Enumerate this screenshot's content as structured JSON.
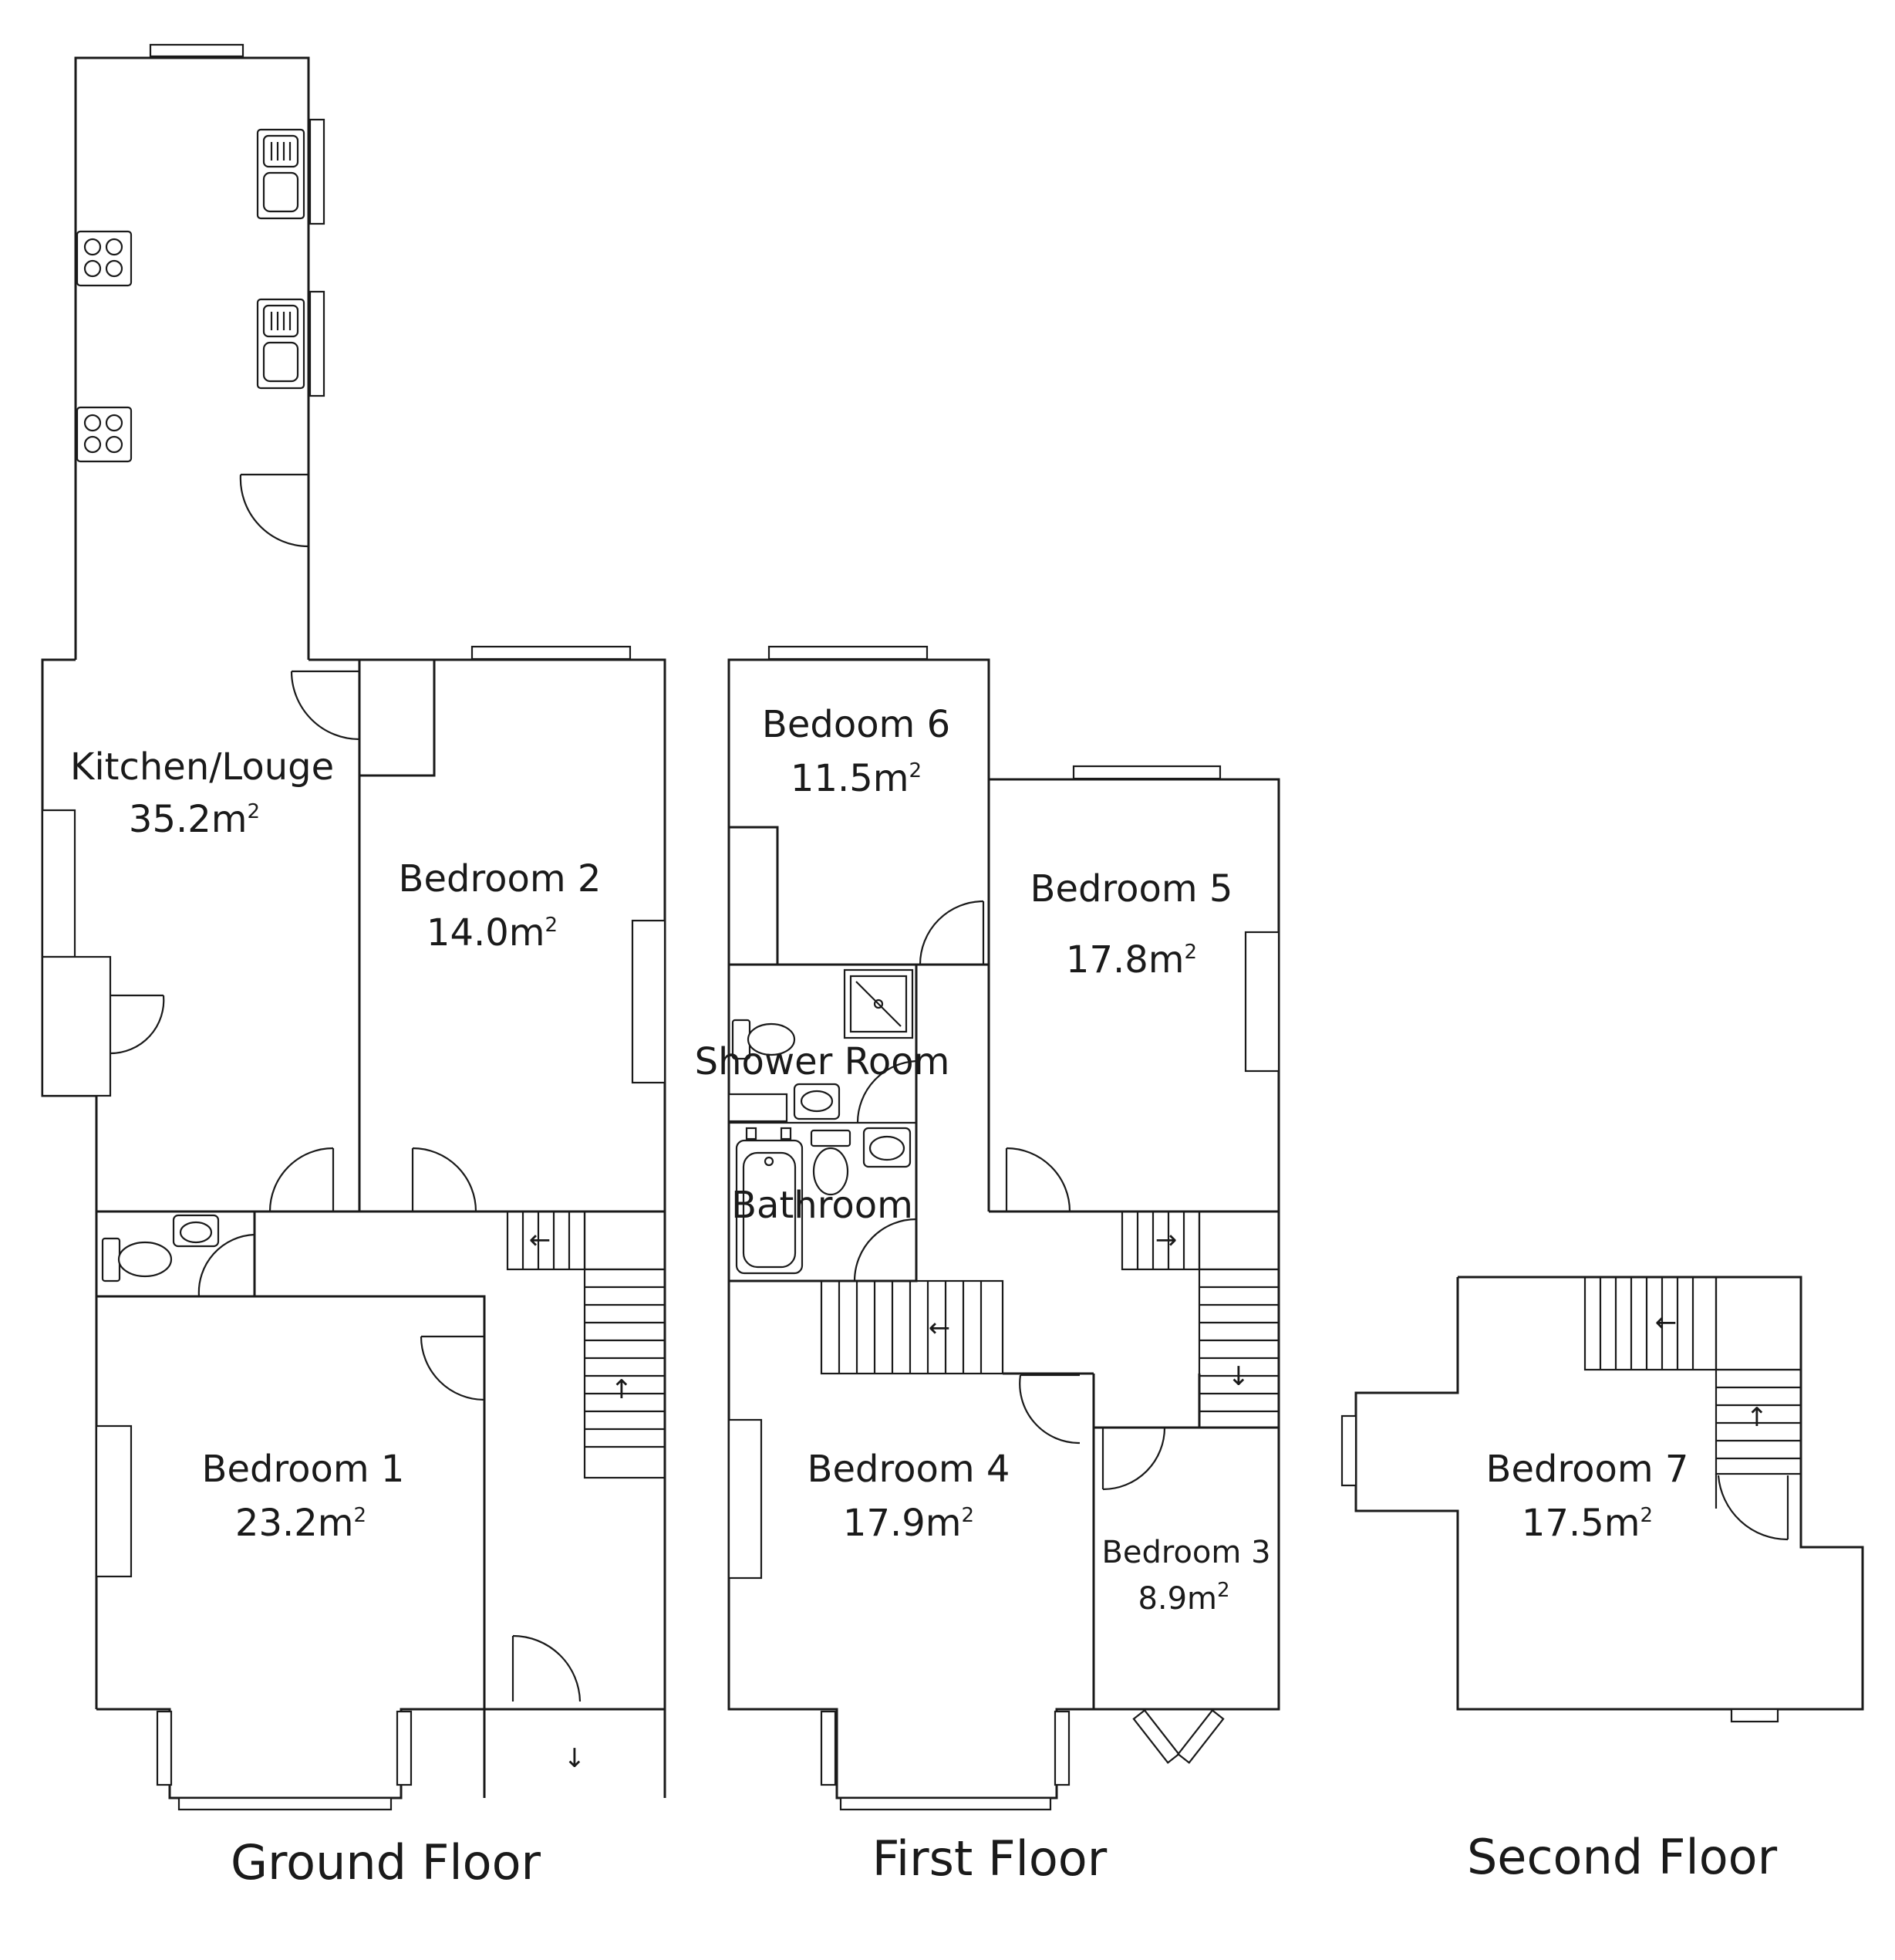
{
  "floors": [
    {
      "label": "Ground Floor"
    },
    {
      "label": "First Floor"
    },
    {
      "label": "Second Floor"
    }
  ],
  "rooms": [
    {
      "name": "Kitchen/Louge",
      "area": "35.2m",
      "unit_sup": "2"
    },
    {
      "name": "Bedroom 2",
      "area": "14.0m",
      "unit_sup": "2"
    },
    {
      "name": "Bedroom 1",
      "area": "23.2m",
      "unit_sup": "2"
    },
    {
      "name": "Bedoom 6",
      "area": "11.5m",
      "unit_sup": "2"
    },
    {
      "name": "Bedroom 5",
      "area": "17.8m",
      "unit_sup": "2"
    },
    {
      "name": "Shower Room"
    },
    {
      "name": "Bathroom"
    },
    {
      "name": "Bedroom 4",
      "area": "17.9m",
      "unit_sup": "2"
    },
    {
      "name": "Bedroom 3",
      "area": "8.9m",
      "unit_sup": "2"
    },
    {
      "name": "Bedroom 7",
      "area": "17.5m",
      "unit_sup": "2"
    }
  ],
  "stair_arrows": [
    "←",
    "↑",
    "↓",
    "←",
    "→",
    "↓",
    "←",
    "↑"
  ]
}
